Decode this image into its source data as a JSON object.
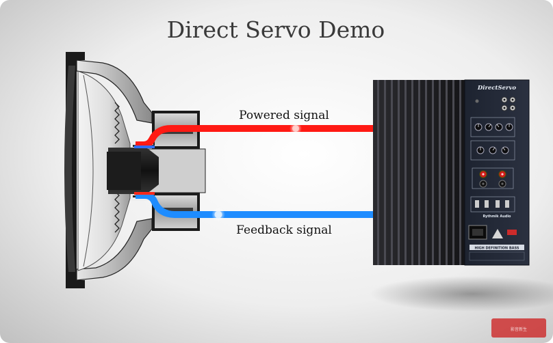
{
  "diagram": {
    "title": "Direct Servo Demo",
    "signals": {
      "powered": {
        "label": "Powered signal",
        "color": "#ff1a14"
      },
      "feedback": {
        "label": "Feedback signal",
        "color": "#1e8cff"
      }
    },
    "amplifier_panel": {
      "brand": "DirectServo",
      "product_label": "HIGH DEFINITION BASS",
      "maker": "Rythmik Audio"
    },
    "speaker": {
      "accent_color": "#2b2b2b"
    },
    "watermark": "影音新生"
  }
}
